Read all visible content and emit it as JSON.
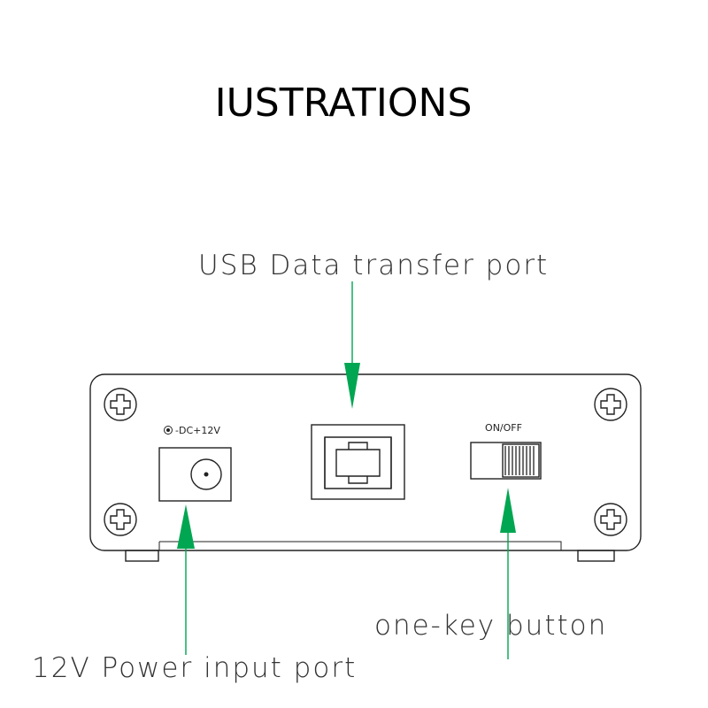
{
  "title": "IUSTRATIONS",
  "labels": {
    "usb_port": "USB Data transfer port",
    "power_port": "12V Power input port",
    "button": "one-key button"
  },
  "panel": {
    "power_marking": "-DC+12V",
    "switch_marking": "ON/OFF"
  },
  "colors": {
    "arrow": "#00a651",
    "line": "#222222"
  },
  "icons": [
    "screw-icon",
    "polarity-icon"
  ]
}
